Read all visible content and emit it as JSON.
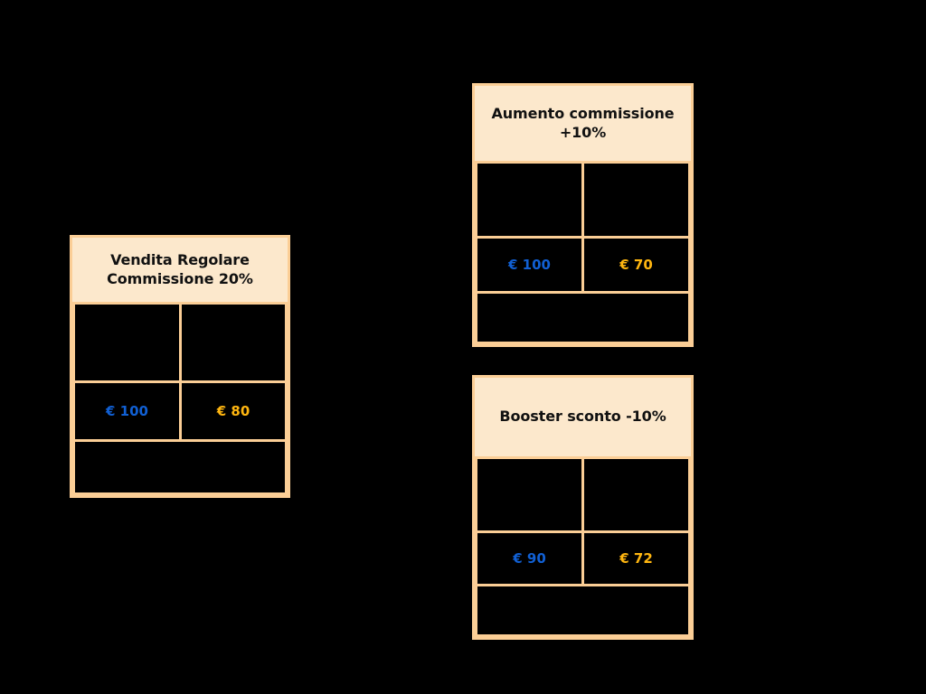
{
  "page": {
    "background_color": "#000000",
    "accent_border_color": "#FBCE96",
    "header_fill_color": "#FCE8CC",
    "value_blue_color": "#1160D4",
    "value_orange_color": "#FFB610"
  },
  "cards": [
    {
      "id": "regular",
      "title_line_1": "Vendita Regolare",
      "title_line_2": "Commissione 20%",
      "cells": {
        "top_left": "",
        "top_right": "",
        "value_left": "€ 100",
        "value_right": "€ 80",
        "bottom": ""
      }
    },
    {
      "id": "increase",
      "title_line_1": "Aumento commissione",
      "title_line_2": "+10%",
      "cells": {
        "top_left": "",
        "top_right": "",
        "value_left": "€ 100",
        "value_right": "€ 70",
        "bottom": ""
      }
    },
    {
      "id": "booster",
      "title_line_1": "Booster sconto -10%",
      "title_line_2": "",
      "cells": {
        "top_left": "",
        "top_right": "",
        "value_left": "€ 90",
        "value_right": "€ 72",
        "bottom": ""
      }
    }
  ]
}
